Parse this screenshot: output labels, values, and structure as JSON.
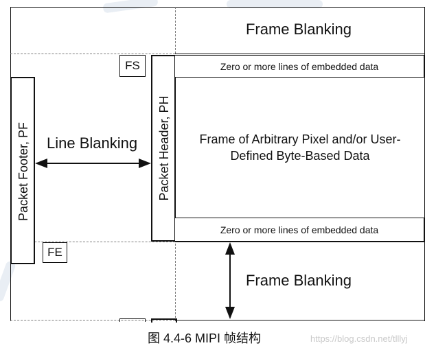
{
  "diagram": {
    "frame_blanking_top": "Frame Blanking",
    "frame_blanking_bottom": "Frame Blanking",
    "line_blanking": "Line Blanking",
    "fs": "FS",
    "fe": "FE",
    "packet_footer": "Packet Footer, PF",
    "packet_header": "Packet Header, PH",
    "embedded_top": "Zero or more lines of embedded data",
    "embedded_bottom": "Zero or more lines of embedded data",
    "frame_data_line1": "Frame of Arbitrary Pixel and/or User-",
    "frame_data_line2": "Defined Byte-Based Data"
  },
  "caption": {
    "text": "图  4.4-6 MIPI 帧结构",
    "watermark": "https://blog.csdn.net/tlllyj"
  }
}
